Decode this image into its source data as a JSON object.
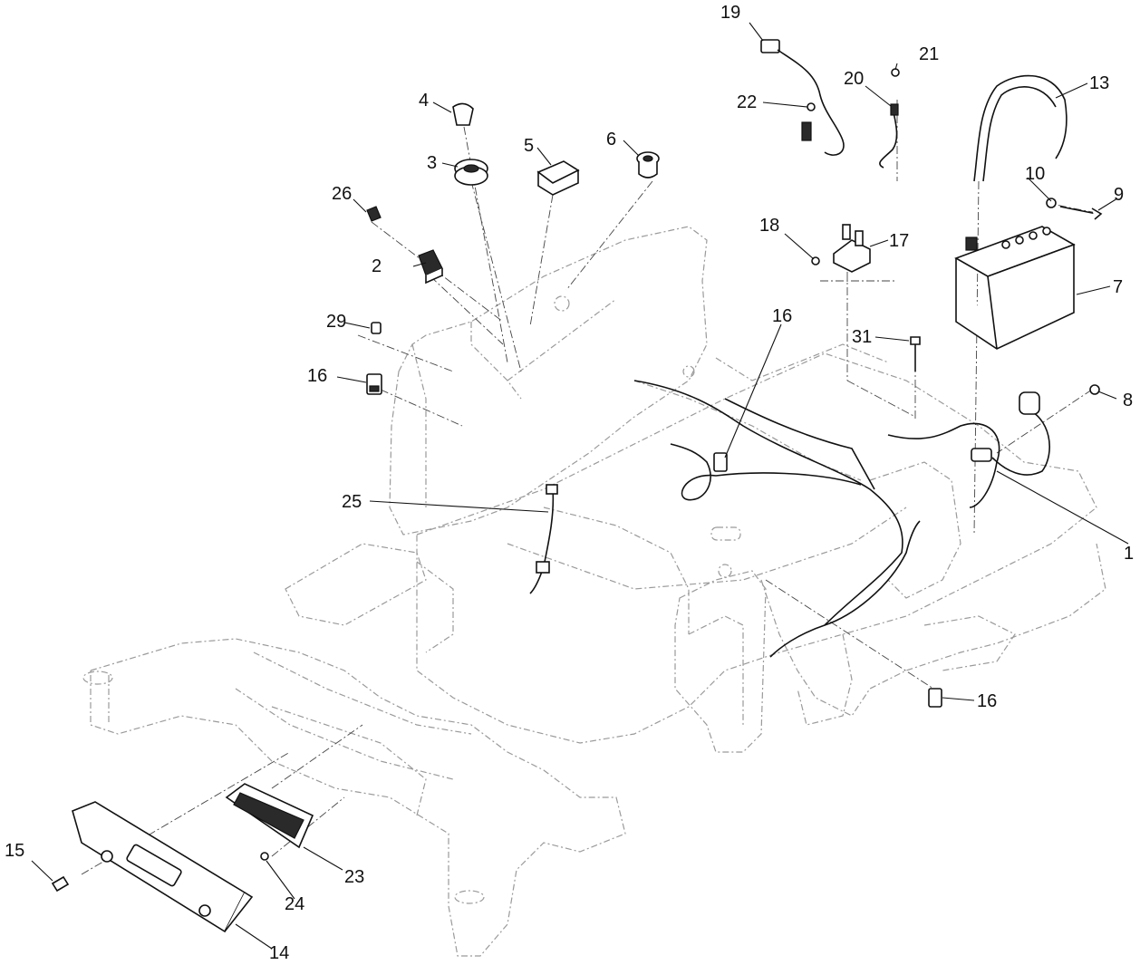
{
  "callouts": {
    "c1": "1",
    "c2": "2",
    "c3": "3",
    "c4": "4",
    "c5": "5",
    "c6": "6",
    "c7": "7",
    "c8": "8",
    "c9": "9",
    "c10": "10",
    "c13": "13",
    "c14": "14",
    "c15": "15",
    "c16a": "16",
    "c16b": "16",
    "c16c": "16",
    "c17": "17",
    "c18": "18",
    "c19": "19",
    "c20": "20",
    "c21": "21",
    "c22": "22",
    "c23": "23",
    "c24": "24",
    "c25": "25",
    "c26": "26",
    "c29": "29",
    "c31": "31"
  }
}
